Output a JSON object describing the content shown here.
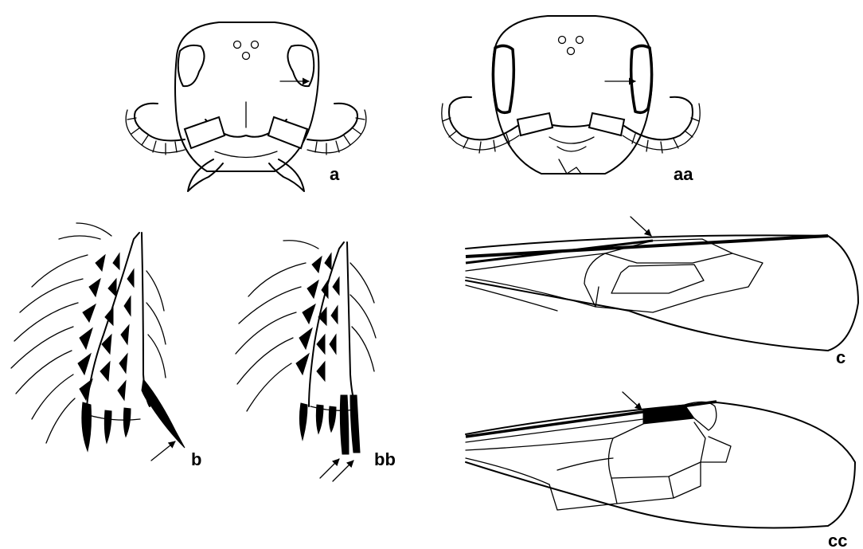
{
  "panels": {
    "a": {
      "label": "a"
    },
    "aa": {
      "label": "aa"
    },
    "b": {
      "label": "b"
    },
    "bb": {
      "label": "bb"
    },
    "c": {
      "label": "c"
    },
    "cc": {
      "label": "cc"
    }
  },
  "colors": {
    "ink": "#000000",
    "paper": "#ffffff"
  },
  "icons": [
    "arrow-icon"
  ]
}
